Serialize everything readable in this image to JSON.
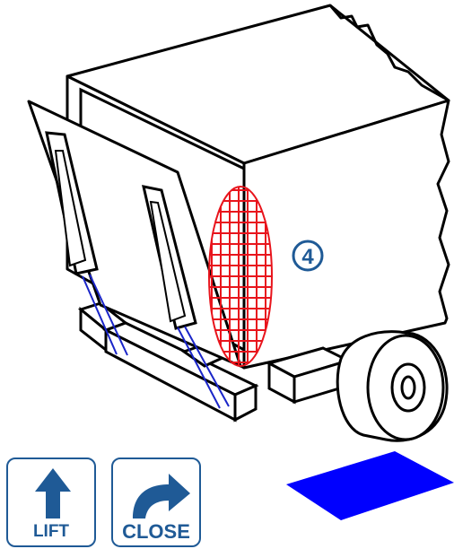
{
  "step_marker": {
    "label": "4",
    "color": "#1f5a96"
  },
  "highlight_color": "#e8141c",
  "strap_color": "#1a25c8",
  "target_pad_color": "#0000ff",
  "controls": {
    "lift": {
      "label": "LIFT",
      "icon": "arrow-up-icon"
    },
    "close": {
      "label": "CLOSE",
      "icon": "curved-arrow-right-icon"
    }
  }
}
